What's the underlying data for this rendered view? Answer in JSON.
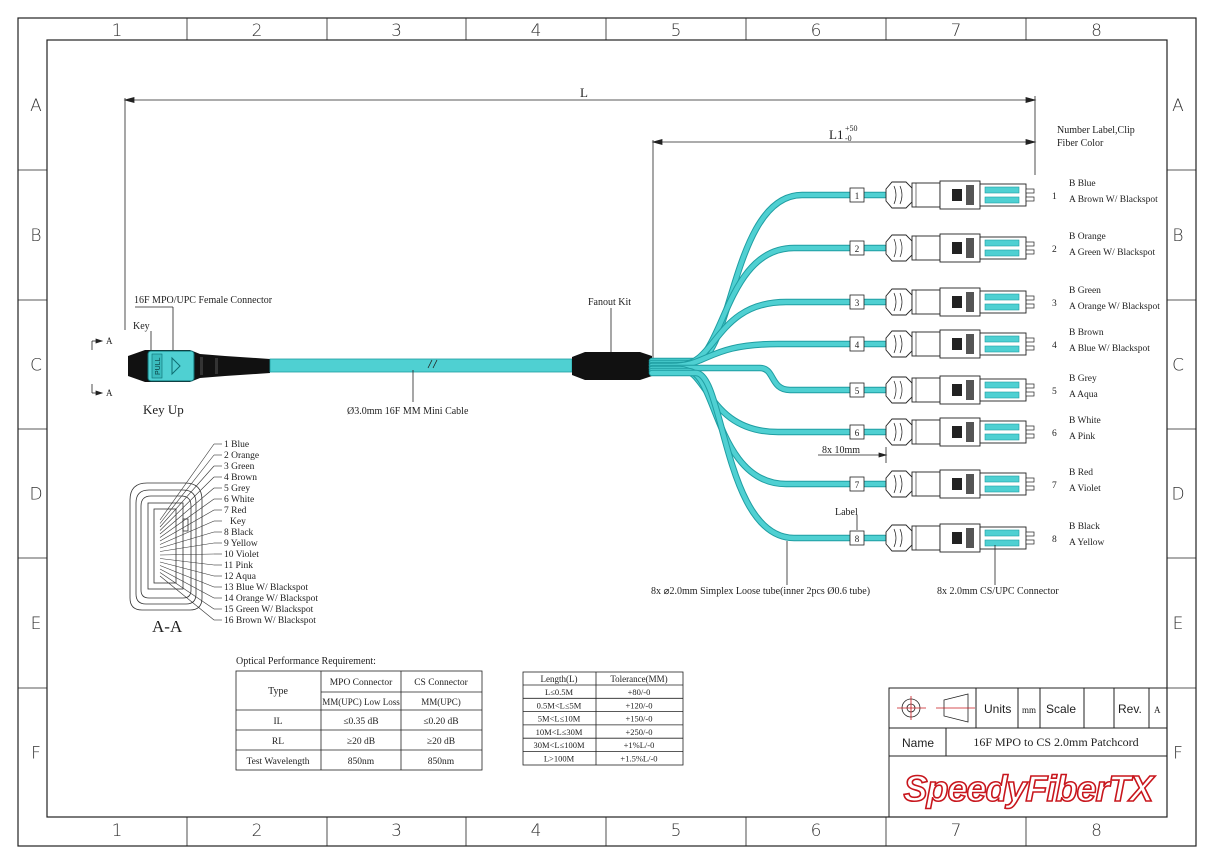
{
  "frame": {
    "columns": [
      "1",
      "2",
      "3",
      "4",
      "5",
      "6",
      "7",
      "8"
    ],
    "rows": [
      "A",
      "B",
      "C",
      "D",
      "E",
      "F"
    ]
  },
  "dimensions": {
    "L": "L",
    "L1_main": "L1",
    "L1_upper": "+50",
    "L1_lower": "-0",
    "pitch": "8x 10mm"
  },
  "labels": {
    "number_label_clip": "Number Label,Clip",
    "fiber_color": "Fiber Color",
    "mpo_connector": "16F MPO/UPC Female Connector",
    "key": "Key",
    "section_a_top": "A",
    "section_a_bottom": "A",
    "key_up": "Key Up",
    "mpo_body_text": "PULL",
    "cable": "Ø3.0mm 16F MM Mini Cable",
    "fanout_kit": "Fanout Kit",
    "label": "Label",
    "simplex_tube": "8x ⌀2.0mm Simplex Loose tube(inner 2pcs Ø0.6 tube)",
    "cs_connector": "8x 2.0mm CS/UPC Connector",
    "section_view": "A-A"
  },
  "legs": [
    {
      "num": "1",
      "b": "B Blue",
      "a": "A Brown W/ Blackspot"
    },
    {
      "num": "2",
      "b": "B Orange",
      "a": "A Green W/ Blackspot"
    },
    {
      "num": "3",
      "b": "B Green",
      "a": "A Orange W/ Blackspot"
    },
    {
      "num": "4",
      "b": "B Brown",
      "a": "A Blue W/ Blackspot"
    },
    {
      "num": "5",
      "b": "B Grey",
      "a": "A Aqua"
    },
    {
      "num": "6",
      "b": "B White",
      "a": "A Pink"
    },
    {
      "num": "7",
      "b": "B Red",
      "a": "A Violet"
    },
    {
      "num": "8",
      "b": "B Black",
      "a": "A Yellow"
    }
  ],
  "fiber_map": [
    "1 Blue",
    "2 Orange",
    "3 Green",
    "4 Brown",
    "5 Grey",
    "6 White",
    "7 Red",
    "Key",
    "8 Black",
    "9 Yellow",
    "10 Violet",
    "11 Pink",
    "12 Aqua",
    "13 Blue W/ Blackspot",
    "14 Orange W/ Blackspot",
    "15 Green W/ Blackspot",
    "16 Brown W/ Blackspot"
  ],
  "optical": {
    "title": "Optical Performance Requirement:",
    "col_type": "Type",
    "col_mpo": "MPO Connector",
    "col_cs": "CS Connector",
    "sub_mpo": "MM(UPC) Low Loss",
    "sub_cs": "MM(UPC)",
    "rows": [
      {
        "name": "IL",
        "mpo": "≤0.35 dB",
        "cs": "≤0.20 dB"
      },
      {
        "name": "RL",
        "mpo": "≥20 dB",
        "cs": "≥20 dB"
      },
      {
        "name": "Test Wavelength",
        "mpo": "850nm",
        "cs": "850nm"
      }
    ]
  },
  "tolerance": {
    "col_length": "Length(L)",
    "col_tol": "Tolerance(MM)",
    "rows": [
      {
        "len": "L≤0.5M",
        "tol": "+80/-0"
      },
      {
        "len": "0.5M<L≤5M",
        "tol": "+120/-0"
      },
      {
        "len": "5M<L≤10M",
        "tol": "+150/-0"
      },
      {
        "len": "10M<L≤30M",
        "tol": "+250/-0"
      },
      {
        "len": "30M<L≤100M",
        "tol": "+1%L/-0"
      },
      {
        "len": "L>100M",
        "tol": "+1.5%L/-0"
      }
    ]
  },
  "title_block": {
    "units": "Units",
    "units_val": "mm",
    "scale": "Scale",
    "rev": "Rev.",
    "rev_val": "A",
    "name": "Name",
    "name_val": "16F MPO to CS 2.0mm Patchcord",
    "brand": "SpeedyFiberTX"
  },
  "colors": {
    "cable": "#4fd0d2",
    "cable_edge": "#1f9ea2",
    "line": "#222222",
    "brand": "#c8161d"
  }
}
